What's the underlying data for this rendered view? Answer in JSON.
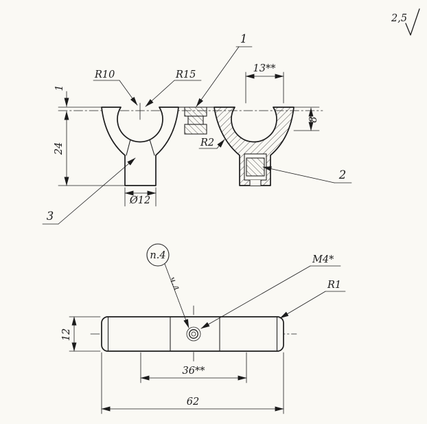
{
  "finish": {
    "value": "2,5"
  },
  "front": {
    "r10": "R10",
    "r15": "R15",
    "d13": "13**",
    "d8": "8",
    "d1": "1",
    "d24": "24",
    "r2": "R2",
    "dia12": "Ø12",
    "c1": "1",
    "c2": "2",
    "c3": "3"
  },
  "plan": {
    "p4": "п.4",
    "chl": "ч.л",
    "m4": "M4*",
    "r1": "R1",
    "d12": "12",
    "d36": "36**",
    "d62": "62"
  }
}
